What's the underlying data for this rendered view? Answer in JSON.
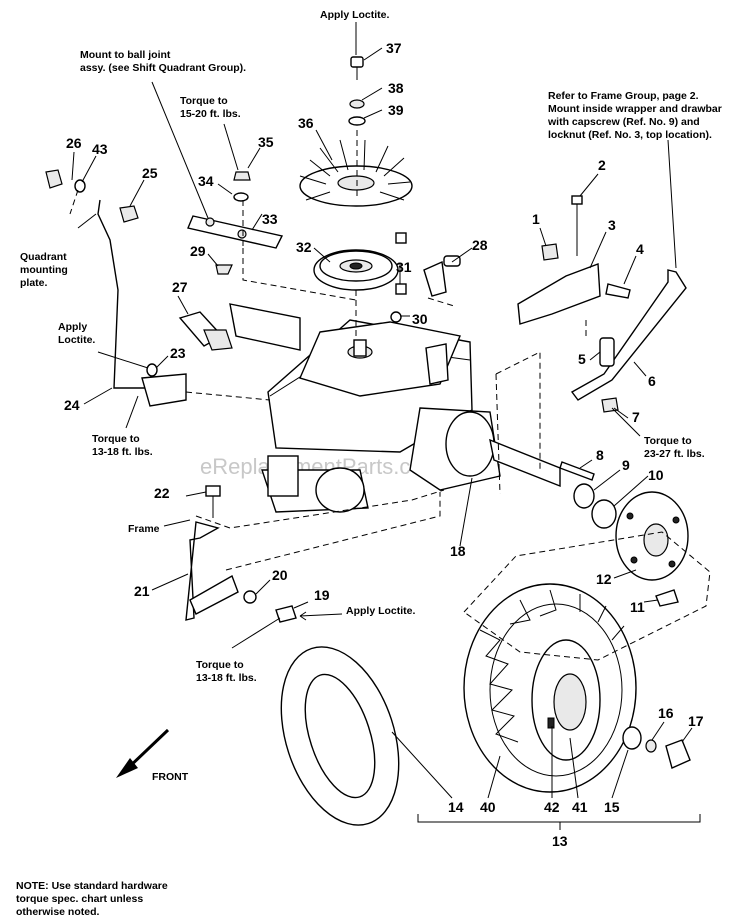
{
  "watermark": "eReplacementParts.com",
  "front_label": "FRONT",
  "notes": {
    "apply_loctite_top": "Apply Loctite.",
    "mount_ball_joint_1": "Mount to ball joint",
    "mount_ball_joint_2": "assy. (see Shift Quadrant Group).",
    "torque_15_20_1": "Torque to",
    "torque_15_20_2": "15-20 ft. lbs.",
    "frame_group_1": "Refer to Frame Group, page 2.",
    "frame_group_2": "Mount inside wrapper and drawbar",
    "frame_group_3": "with capscrew (Ref. No. 9) and",
    "frame_group_4": "locknut (Ref. No. 3, top location).",
    "quadrant_1": "Quadrant",
    "quadrant_2": "mounting",
    "quadrant_3": "plate.",
    "apply_loctite_left_1": "Apply",
    "apply_loctite_left_2": "Loctite.",
    "torque_13_18_left_1": "Torque to",
    "torque_13_18_left_2": "13-18 ft. lbs.",
    "torque_23_27_1": "Torque to",
    "torque_23_27_2": "23-27 ft. lbs.",
    "frame": "Frame",
    "apply_loctite_19": "Apply Loctite.",
    "torque_13_18_bottom_1": "Torque to",
    "torque_13_18_bottom_2": "13-18 ft. lbs.",
    "footnote_1": "NOTE: Use standard hardware",
    "footnote_2": "torque spec. chart unless",
    "footnote_3": "otherwise noted."
  },
  "callouts": {
    "n1": "1",
    "n2": "2",
    "n3": "3",
    "n4": "4",
    "n5": "5",
    "n6": "6",
    "n7": "7",
    "n8": "8",
    "n9": "9",
    "n10": "10",
    "n11": "11",
    "n12": "12",
    "n13": "13",
    "n14": "14",
    "n15": "15",
    "n16": "16",
    "n17": "17",
    "n18": "18",
    "n19": "19",
    "n20": "20",
    "n21": "21",
    "n22": "22",
    "n23": "23",
    "n24": "24",
    "n25": "25",
    "n26": "26",
    "n27": "27",
    "n28": "28",
    "n29": "29",
    "n30": "30",
    "n31": "31",
    "n32": "32",
    "n33": "33",
    "n34": "34",
    "n35": "35",
    "n36": "36",
    "n37": "37",
    "n38": "38",
    "n39": "39",
    "n40": "40",
    "n41": "41",
    "n42": "42",
    "n43": "43"
  }
}
